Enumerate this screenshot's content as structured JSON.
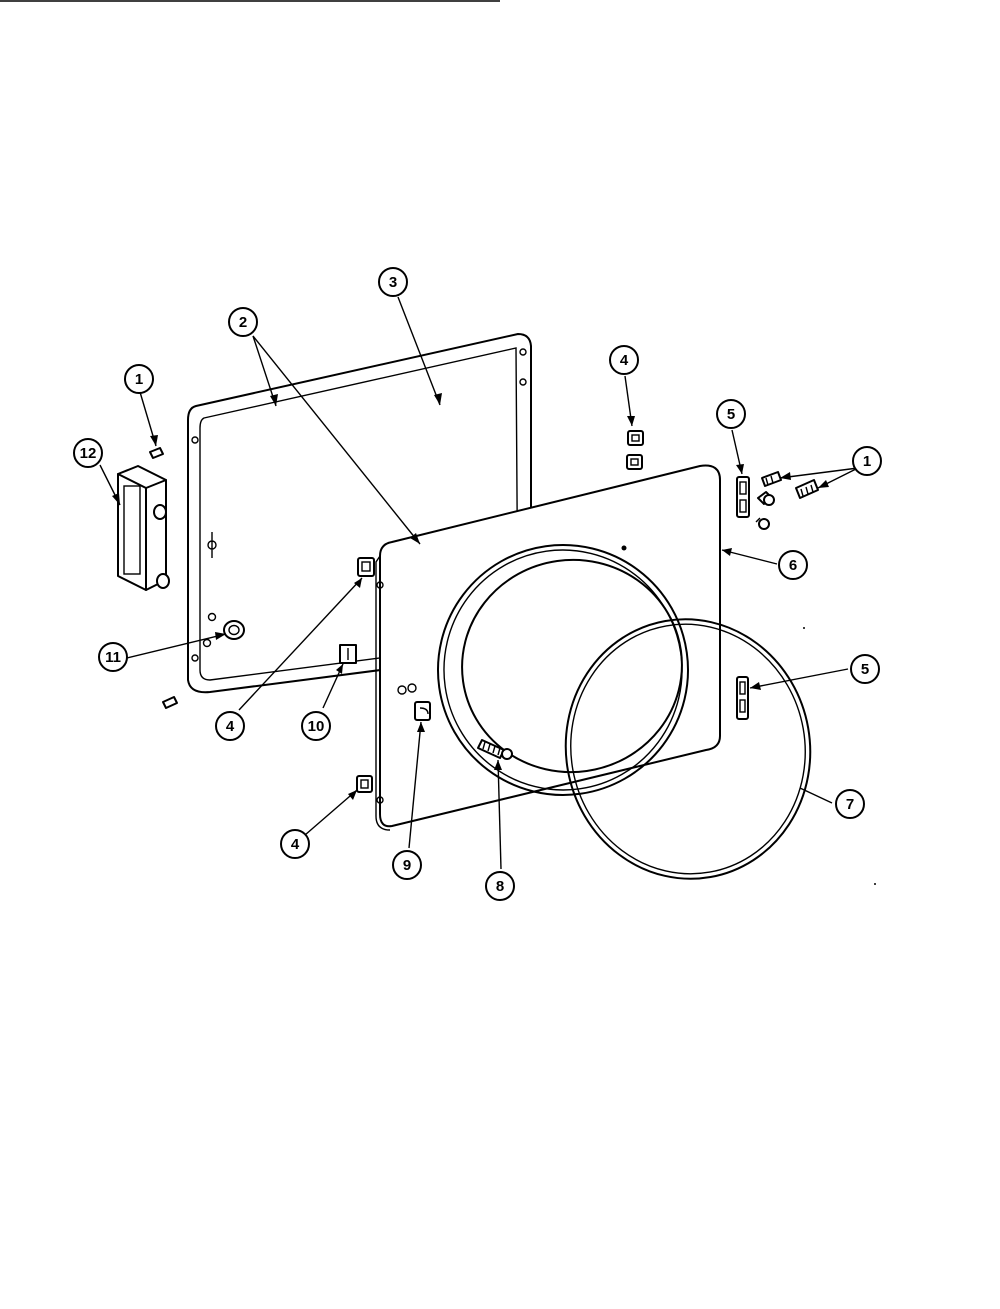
{
  "callouts": [
    {
      "id": "c1a",
      "label": "1"
    },
    {
      "id": "c2",
      "label": "2"
    },
    {
      "id": "c3",
      "label": "3"
    },
    {
      "id": "c4a",
      "label": "4"
    },
    {
      "id": "c5a",
      "label": "5"
    },
    {
      "id": "c1b",
      "label": "1"
    },
    {
      "id": "c12",
      "label": "12"
    },
    {
      "id": "c6",
      "label": "6"
    },
    {
      "id": "c11",
      "label": "11"
    },
    {
      "id": "c5b",
      "label": "5"
    },
    {
      "id": "c4b",
      "label": "4"
    },
    {
      "id": "c10",
      "label": "10"
    },
    {
      "id": "c7",
      "label": "7"
    },
    {
      "id": "c4c",
      "label": "4"
    },
    {
      "id": "c9",
      "label": "9"
    },
    {
      "id": "c8",
      "label": "8"
    }
  ],
  "colors": {
    "ink": "#000000",
    "paper": "#ffffff"
  }
}
